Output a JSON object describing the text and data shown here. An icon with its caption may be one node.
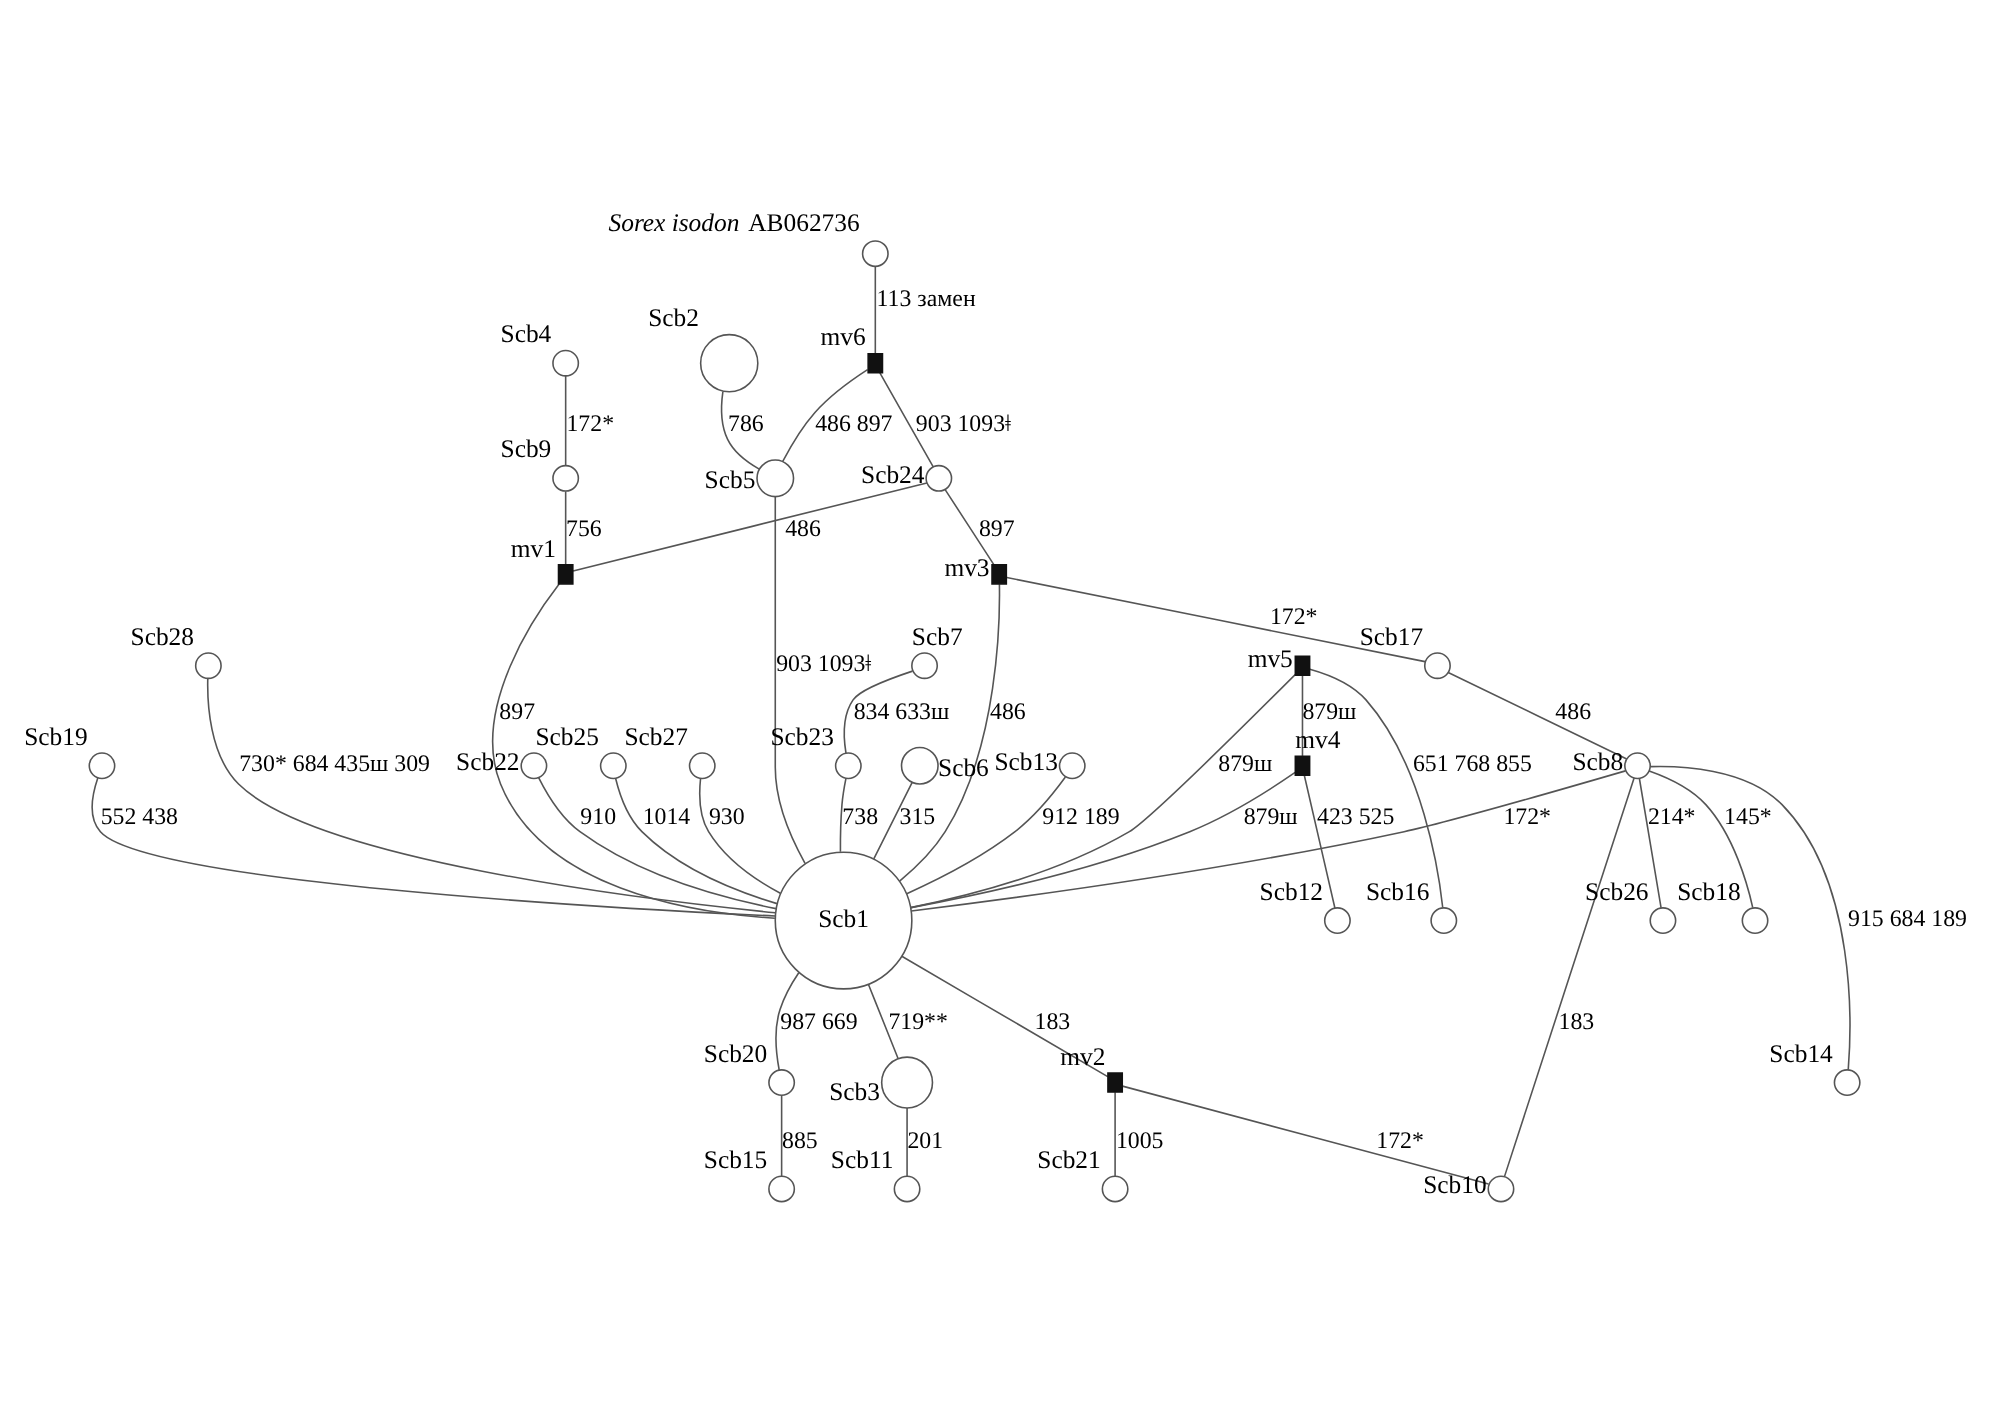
{
  "diagram": {
    "nodes": [
      {
        "text": [],
        "shape": "circle",
        "beside": [
          "*Sorex isodon* AB062736"
        ]
      },
      {
        "text": [],
        "shape": "box",
        "beside": [
          "mv6"
        ]
      },
      {
        "text": [],
        "shape": "circle",
        "beside": [
          "Scb2"
        ]
      },
      {
        "text": [],
        "shape": "circle",
        "beside": [
          "Scb4"
        ]
      },
      {
        "text": [],
        "shape": "circle",
        "beside": [
          "Scb9"
        ]
      },
      {
        "text": [],
        "shape": "circle",
        "beside": [
          "Scb5"
        ]
      },
      {
        "text": [],
        "shape": "circle",
        "beside": [
          "Scb24"
        ]
      },
      {
        "text": [],
        "shape": "box",
        "beside": [
          "mv1"
        ]
      },
      {
        "text": [],
        "shape": "circle",
        "beside": [
          "Scb6"
        ]
      },
      {
        "text": [],
        "shape": "circle",
        "beside": [
          "Scb22"
        ]
      },
      {
        "text": [],
        "shape": "circle",
        "beside": [
          "Scb25"
        ]
      },
      {
        "text": [],
        "shape": "circle",
        "beside": [
          "Scb27"
        ]
      },
      {
        "text": [],
        "shape": "circle",
        "beside": [
          "Scb7"
        ]
      },
      {
        "text": [],
        "shape": "circle",
        "beside": [
          "Scb23"
        ]
      },
      {
        "text": [],
        "shape": "circle",
        "beside": [
          "Scb13"
        ]
      },
      {
        "text": [
          "Scb1"
        ]
      },
      {
        "text": [],
        "shape": "box",
        "beside": [
          "mv3"
        ]
      },
      {
        "text": [],
        "shape": "circle",
        "beside": [
          "Scb19"
        ]
      },
      {
        "text": [],
        "shape": "circle",
        "beside": [
          "Scb28"
        ]
      },
      {
        "text": [],
        "shape": "box",
        "beside": [
          "mv5"
        ]
      },
      {
        "text": [],
        "shape": "circle",
        "beside": [
          "Scb17"
        ]
      },
      {
        "text": [],
        "shape": "circle",
        "beside": [
          "Scb8"
        ]
      },
      {
        "text": [],
        "shape": "box",
        "beside": [
          "mv4"
        ]
      },
      {
        "text": [],
        "shape": "circle",
        "beside": [
          "Scb3"
        ]
      },
      {
        "text": [],
        "shape": "circle",
        "beside": [
          "Scb16"
        ]
      },
      {
        "text": [],
        "shape": "circle",
        "beside": [
          "Scb26"
        ]
      },
      {
        "text": [],
        "shape": "box",
        "beside": [
          "mv2"
        ]
      },
      {
        "text": [],
        "shape": "circle",
        "beside": [
          "Scb18"
        ]
      },
      {
        "text": [],
        "shape": "circle",
        "beside": [
          "Scb11"
        ]
      },
      {
        "text": [],
        "shape": "circle",
        "beside": [
          "Scb12"
        ]
      },
      {
        "text": [],
        "shape": "circle",
        "beside": [
          "Scb10"
        ]
      },
      {
        "text": [],
        "shape": "circle",
        "beside": [
          "Scb21"
        ]
      },
      {
        "text": [],
        "shape": "circle",
        "beside": [
          "Scb20"
        ]
      },
      {
        "text": [],
        "shape": "circle",
        "beside": [
          "Scb14"
        ]
      },
      {
        "text": [],
        "shape": "circle",
        "beside": [
          "Scb15"
        ]
      }
    ],
    "edges": [
      {
        "from": 0,
        "to": 1,
        "arrow": "none",
        "label": "113 замен"
      },
      {
        "from": 1,
        "to": 6,
        "arrow": "none",
        "label": "903 1093ǂ"
      },
      {
        "from": 1,
        "to": 5,
        "arrow": "none",
        "label": "486 897"
      },
      {
        "from": 2,
        "to": 5,
        "arrow": "none",
        "label": "786"
      },
      {
        "from": 3,
        "to": 4,
        "arrow": "none",
        "label": "172*"
      },
      {
        "from": 4,
        "to": 7,
        "arrow": "none",
        "label": "756"
      },
      {
        "from": 5,
        "to": 15,
        "arrow": "none",
        "label": "903 1093ǂ"
      },
      {
        "from": 6,
        "to": 7,
        "arrow": "none",
        "label": "486"
      },
      {
        "from": 7,
        "to": 15,
        "arrow": "none",
        "label": "897"
      },
      {
        "from": 6,
        "to": 16,
        "arrow": "none",
        "label": "897"
      },
      {
        "from": 16,
        "to": 15,
        "arrow": "none",
        "label": "486"
      },
      {
        "from": 16,
        "to": 20,
        "arrow": "none",
        "label": "172*"
      },
      {
        "from": 20,
        "to": 21,
        "arrow": "none",
        "label": "486"
      },
      {
        "from": 21,
        "to": 15,
        "arrow": "none",
        "label": "172*"
      },
      {
        "from": 8,
        "to": 15,
        "arrow": "none",
        "label": "315"
      },
      {
        "from": 9,
        "to": 15,
        "arrow": "none",
        "label": "910"
      },
      {
        "from": 10,
        "to": 15,
        "arrow": "none",
        "label": "1014"
      },
      {
        "from": 11,
        "to": 15,
        "arrow": "none",
        "label": "930"
      },
      {
        "from": 13,
        "to": 15,
        "arrow": "none",
        "label": "738"
      },
      {
        "from": 12,
        "to": 13,
        "arrow": "none",
        "label": "834 633ш"
      },
      {
        "from": 14,
        "to": 15,
        "arrow": "none",
        "label": "912 189"
      },
      {
        "from": 17,
        "to": 15,
        "arrow": "none",
        "label": "552 438"
      },
      {
        "from": 18,
        "to": 15,
        "arrow": "none",
        "label": "730* 684 435ш 309"
      },
      {
        "from": 19,
        "to": 15,
        "arrow": "none",
        "label": "879ш"
      },
      {
        "from": 22,
        "to": 15,
        "arrow": "none",
        "label": "879ш"
      },
      {
        "from": 19,
        "to": 22,
        "arrow": "none",
        "label": "879ш"
      },
      {
        "from": 19,
        "to": 24,
        "arrow": "none",
        "label": "651 768 855"
      },
      {
        "from": 22,
        "to": 29,
        "arrow": "none",
        "label": "423 525"
      },
      {
        "from": 15,
        "to": 32,
        "arrow": "none",
        "label": "987 669"
      },
      {
        "from": 32,
        "to": 34,
        "arrow": "none",
        "label": "885"
      },
      {
        "from": 15,
        "to": 23,
        "arrow": "none",
        "label": "719**"
      },
      {
        "from": 23,
        "to": 28,
        "arrow": "none",
        "label": "201"
      },
      {
        "from": 15,
        "to": 26,
        "arrow": "none",
        "label": "183"
      },
      {
        "from": 26,
        "to": 30,
        "arrow": "none",
        "label": "172*"
      },
      {
        "from": 26,
        "to": 31,
        "arrow": "none",
        "label": "1005"
      },
      {
        "from": 21,
        "to": 25,
        "arrow": "none",
        "label": "214*"
      },
      {
        "from": 21,
        "to": 27,
        "arrow": "none",
        "label": "145*"
      },
      {
        "from": 21,
        "to": 33,
        "arrow": "none",
        "label": "915 684 189"
      },
      {
        "from": 21,
        "to": 30,
        "arrow": "none",
        "label": "183"
      }
    ]
  }
}
